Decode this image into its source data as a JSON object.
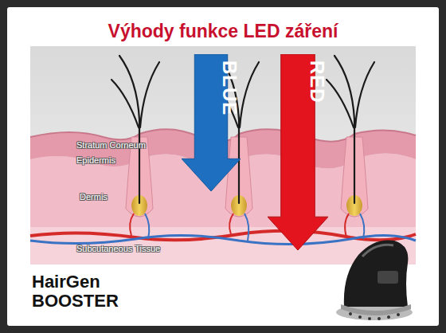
{
  "diagram": {
    "title": "Výhody funkce LED záření",
    "nodes": [
      {
        "text": [
          "BLUE"
        ]
      },
      {
        "text": [
          "RED"
        ]
      }
    ],
    "labels": [
      "Stratum Corneum",
      "Epidermis",
      "Dermis",
      "Subcutaneous Tissue",
      "HairGen BOOSTER"
    ]
  }
}
